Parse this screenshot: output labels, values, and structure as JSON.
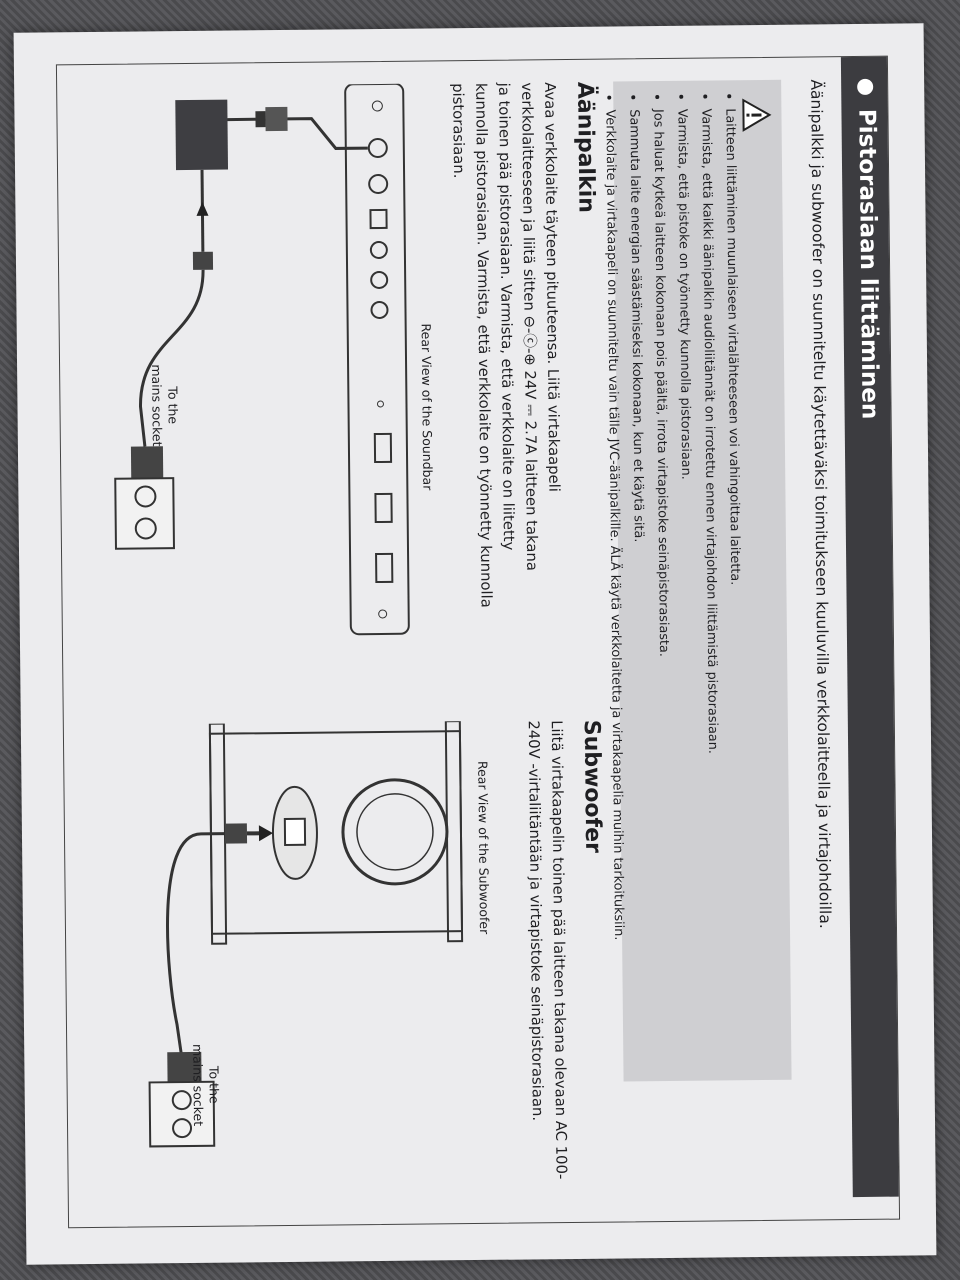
{
  "title": "Pistorasiaan liittäminen",
  "intro": "Äänipalkki ja subwoofer on suunniteltu käytettäväksi toimitukseen kuuluvilla verkkolaitteella ja virtajohdoilla.",
  "warnings": [
    "Laitteen liittäminen muunlaiseen virtalähteeseen voi vahingoittaa laitetta.",
    "Varmista, että kaikki äänipalkin audioliitännät on irrotettu ennen virtajohdon liittämistä pistorasiaan.",
    "Varmista, että pistoke on työnnetty kunnolla pistorasiaan.",
    "Jos haluat kytkeä laitteen kokonaan pois päältä, irrota virtapistoke seinäpistorasiasta.",
    "Sammuta laite energian säästämiseksi kokonaan, kun et käytä sitä.",
    "Verkkolaite ja virtakaapeli on suunniteltu vain tälle JVC-äänipalkille. ÄLÄ käytä verkkolaitetta ja virtakaapelia muihin tarkoituksiin."
  ],
  "soundbar": {
    "heading": "Äänipalkin",
    "paragraph": [
      "Avaa verkkolaite täyteen pituuteensa. Liitä virtakaapeli",
      "verkkolaitteeseen ja liitä sitten ⊖-ⓒ-⊕ 24V ⎓ 2.7A laitteen takana",
      "ja toinen pää pistorasiaan. Varmista, että verkkolaite on liitetty",
      "kunnolla pistorasiaan. Varmista, että verkkolaite on työnnetty kunnolla",
      "pistorasiaan."
    ],
    "caption": "Rear View of the Soundbar",
    "mains": [
      "To the",
      "mains socket"
    ]
  },
  "subwoofer": {
    "heading": "Subwoofer",
    "paragraph": [
      "Liitä virtakaapelin toinen pää laitteen takana olevaan AC 100-",
      "240V -virtaliitäntään ja virtapistoke seinäpistorasiaan."
    ],
    "caption": "Rear View of the Subwoofer",
    "mains": [
      "To the",
      "mains socket"
    ]
  },
  "colors": {
    "paper": "#ececee",
    "title_bar": "#3c3c40",
    "warning_bg": "#cfcfd2",
    "ink": "#1f1f22"
  }
}
